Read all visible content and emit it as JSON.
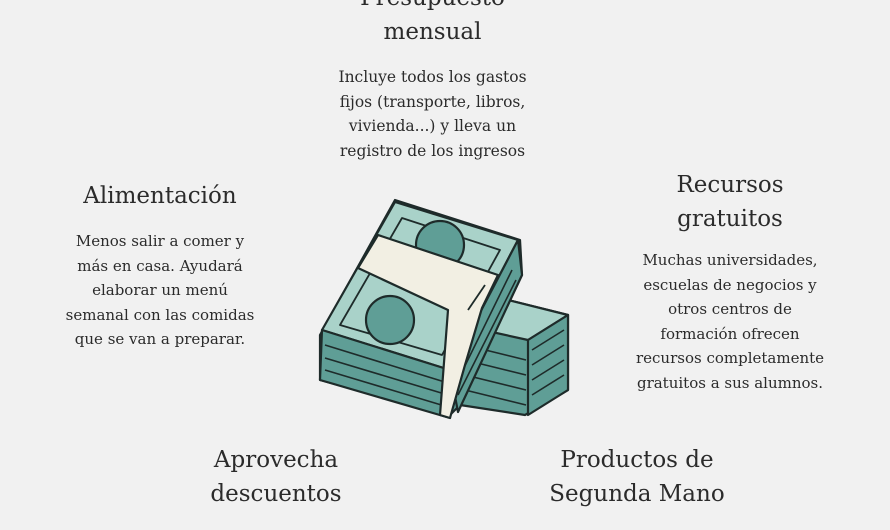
{
  "sections": {
    "presupuesto": {
      "title": [
        "Presupuesto",
        "mensual"
      ],
      "body": [
        "Incluye todos los gastos",
        "fijos (transporte, libros,",
        "vivienda...) y lleva un",
        "registro de los ingresos"
      ]
    },
    "alimentacion": {
      "title": [
        "Alimentación"
      ],
      "body": [
        "Menos salir a comer y",
        "más en casa. Ayudará",
        "elaborar un menú",
        "semanal con las comidas",
        "que se van a preparar."
      ]
    },
    "recursos": {
      "title": [
        "Recursos",
        "gratuitos"
      ],
      "body": [
        "Muchas universidades,",
        "escuelas de negocios y",
        "otros centros de",
        "formación ofrecen",
        "recursos completamente",
        "gratuitos a sus alumnos."
      ]
    },
    "descuentos": {
      "title": [
        "Aprovecha",
        "descuentos"
      ]
    },
    "segunda_mano": {
      "title": [
        "Productos de",
        "Segunda Mano"
      ]
    }
  },
  "illustration": {
    "icon": "money-stack-icon",
    "colors": {
      "bill": "#5f9e96",
      "bill_light": "#a9d2c9",
      "band": "#f2efe3",
      "outline": "#1e2b2a"
    }
  }
}
